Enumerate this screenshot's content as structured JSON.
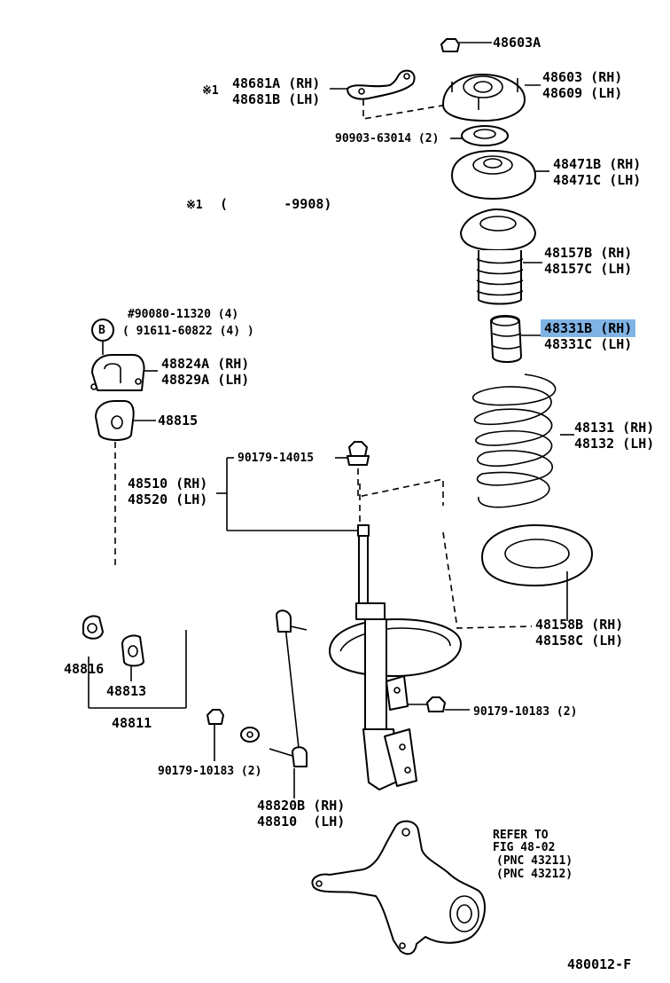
{
  "labels": {
    "p48603A": "48603A",
    "p48681_rh": "48681A (RH)",
    "p48681_lh": "48681B (LH)",
    "note_mark": "※1",
    "p48603_rh": "48603 (RH)",
    "p48609_lh": "48609 (LH)",
    "p90903": "90903-63014 (2)",
    "p48471_rh": "48471B (RH)",
    "p48471_lh": "48471C (LH)",
    "note_mark2": "※1",
    "note_range": "(       -9908)",
    "p48157_rh": "48157B (RH)",
    "p48157_lh": "48157C (LH)",
    "p90080": "#90080-11320 (4)",
    "p91611": "( 91611-60822 (4) )",
    "b_circle": "B",
    "p48331_rh": "48331B (RH)",
    "p48331_lh": "48331C (LH)",
    "p48824_rh": "48824A (RH)",
    "p48829_lh": "48829A (LH)",
    "p48815": "48815",
    "p48131_rh": "48131 (RH)",
    "p48132_lh": "48132 (LH)",
    "p90179_14015": "90179-14015",
    "p48510_rh": "48510 (RH)",
    "p48520_lh": "48520 (LH)",
    "p48158_rh": "48158B (RH)",
    "p48158_lh": "48158C (LH)",
    "p48816": "48816",
    "p48813": "48813",
    "p48811": "48811",
    "p90179_10183_r": "90179-10183 (2)",
    "p90179_10183_l": "90179-10183 (2)",
    "p48820_rh": "48820B (RH)",
    "p48810_lh": "48810  (LH)",
    "refer1": "REFER TO",
    "refer2": "FIG 48-02",
    "refer3": "(PNC 43211)",
    "refer4": "(PNC 43212)",
    "fig_id": "480012-F"
  },
  "highlight_color": "#7fb3e6"
}
